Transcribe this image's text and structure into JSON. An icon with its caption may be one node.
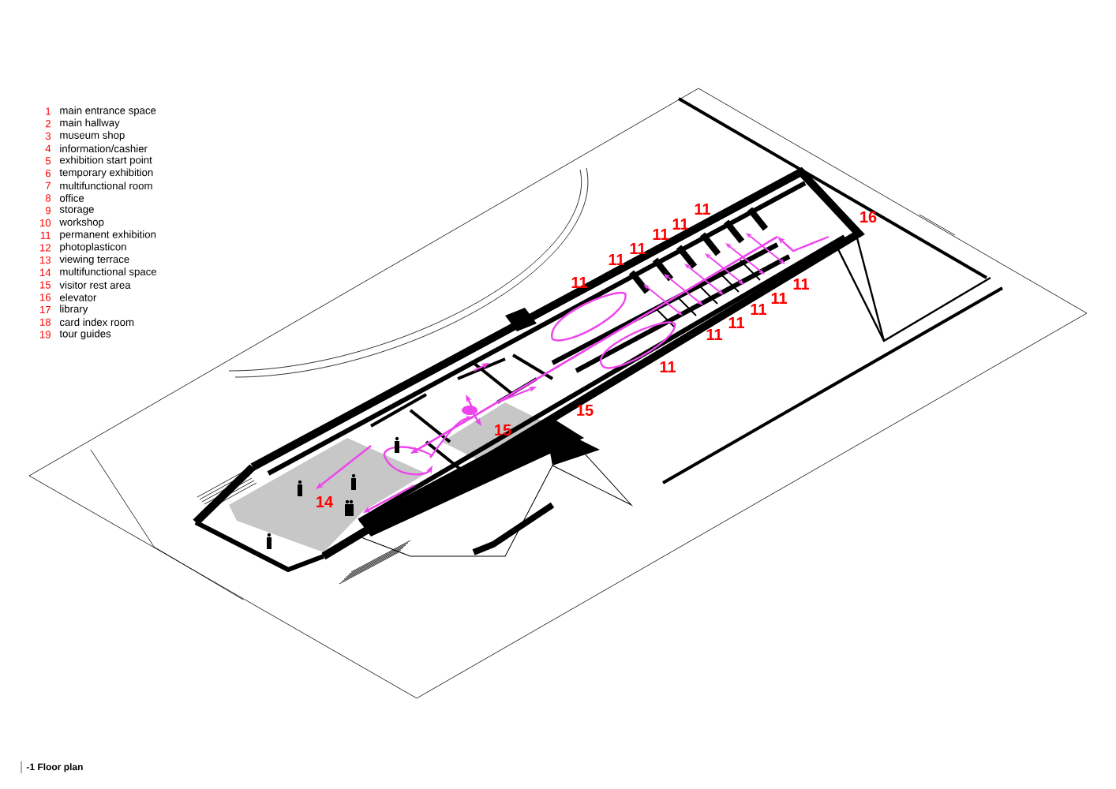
{
  "diagram": {
    "caption": "-1 Floor plan",
    "labels": [
      "1",
      "main entrance space",
      "2",
      "main hallway",
      "3",
      "museum shop",
      "4",
      "information/cashier",
      "5",
      "exhibition start point",
      "6",
      "temporary exhibition",
      "7",
      "multifunctional room",
      "8",
      "office",
      "9",
      "storage",
      "10",
      "workshop",
      "11",
      "permanent exhibition",
      "12",
      "photoplasticon",
      "13",
      "viewing terrace",
      "14",
      "multifunctional space",
      "15",
      "visitor rest area",
      "16",
      "elevator",
      "17",
      "library",
      "18",
      "card index room",
      "19",
      "tour guides",
      "11",
      "16",
      "11",
      "11",
      "11",
      "11",
      "11",
      "11",
      "11",
      "11",
      "11",
      "11",
      "11",
      "15",
      "15",
      "14"
    ]
  }
}
